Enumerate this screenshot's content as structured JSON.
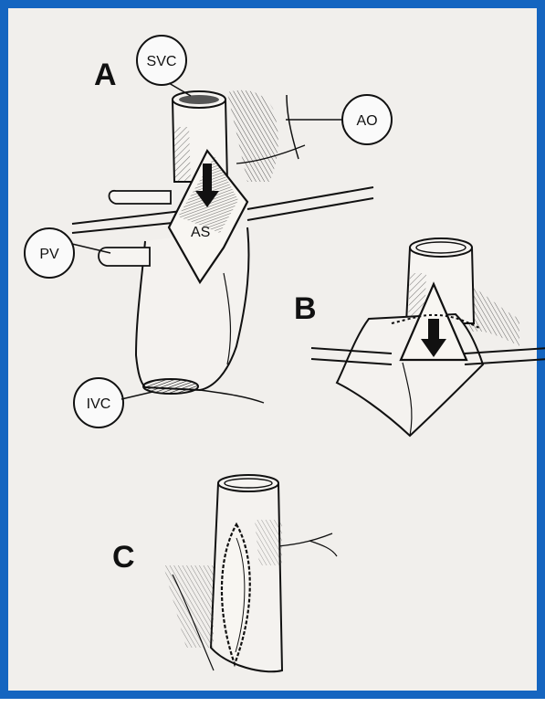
{
  "figure": {
    "frame_color": "#1565c0",
    "paper_color": "#f1efec",
    "ink_color": "#111111",
    "panels": {
      "a": "A",
      "b": "B",
      "c": "C"
    },
    "labels": {
      "svc": "SVC",
      "ao": "AO",
      "pv": "PV",
      "ivc": "IVC",
      "as": "AS"
    }
  }
}
